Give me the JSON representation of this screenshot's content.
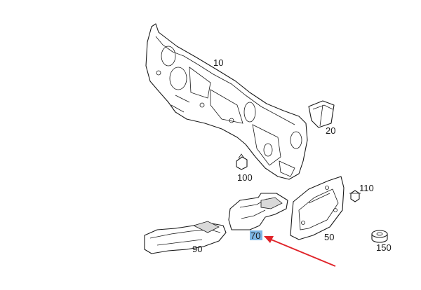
{
  "diagram": {
    "parts": [
      {
        "id": "p10",
        "label": "10"
      },
      {
        "id": "p20",
        "label": "20"
      },
      {
        "id": "p50",
        "label": "50"
      },
      {
        "id": "p70",
        "label": "70",
        "highlighted": true
      },
      {
        "id": "p90",
        "label": "90"
      },
      {
        "id": "p100",
        "label": "100"
      },
      {
        "id": "p110",
        "label": "110"
      },
      {
        "id": "p150",
        "label": "150"
      }
    ],
    "colors": {
      "line": "#1a1a1a",
      "highlight": "#7fb8e6",
      "arrow": "#e0242a"
    }
  }
}
